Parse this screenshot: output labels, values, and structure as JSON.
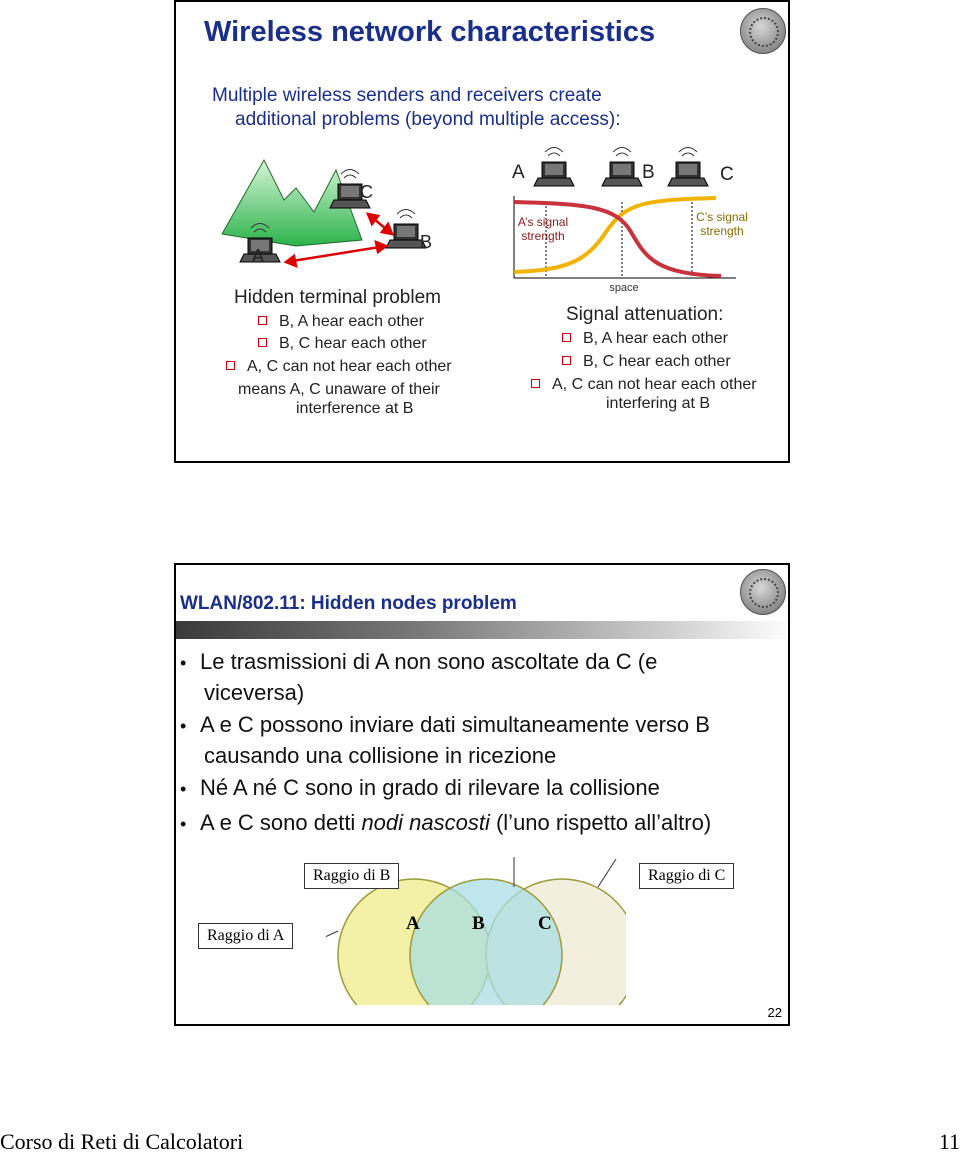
{
  "slide1": {
    "title": "Wireless network characteristics",
    "intro_line1": "Multiple wireless senders and receivers create",
    "intro_line2": "additional problems (beyond multiple access):",
    "left_diagram": {
      "label_a": "A",
      "label_b": "B",
      "label_c": "C"
    },
    "hidden_terminal": {
      "heading": "Hidden terminal problem",
      "bullets": [
        "B, A hear each other",
        "B, C hear each other",
        "A, C can not hear each other"
      ],
      "note_line1": "means A, C unaware of their",
      "note_line2": "interference at B"
    },
    "right_diagram": {
      "label_a": "A",
      "label_b": "B",
      "label_c": "C",
      "a_strength_line1": "A’s signal",
      "a_strength_line2": "strength",
      "c_strength_line1": "C’s signal",
      "c_strength_line2": "strength",
      "x_label": "space",
      "colors": {
        "a_curve": "#f0b400",
        "c_curve": "#c8323c"
      }
    },
    "signal_attenuation": {
      "heading": "Signal attenuation:",
      "bullets": [
        "B, A hear each other",
        "B, C hear each other",
        "A, C can not hear each other"
      ],
      "note": "interfering at B"
    }
  },
  "slide2": {
    "title": "WLAN/802.11: Hidden nodes problem",
    "bullets": [
      {
        "line1": "Le trasmissioni di A non sono ascoltate da C (e",
        "line2": "viceversa)"
      },
      {
        "line1": "A e C possono inviare dati simultaneamente verso B",
        "line2": "causando una collisione in ricezione"
      },
      {
        "line1": "Né A né C sono in grado di rilevare la collisione"
      },
      {
        "pre": "A e C sono detti ",
        "em": "nodi nascosti",
        "post": " (l’uno rispetto all’altro)"
      }
    ],
    "labels": {
      "raggio_b": "Raggio di B",
      "raggio_c": "Raggio di C",
      "raggio_a": "Raggio di A",
      "node_a": "A",
      "node_b": "B",
      "node_c": "C"
    },
    "colors": {
      "circle_a": "#f3f0a8",
      "circle_b": "#a9dde3",
      "circle_c": "#f3efdf",
      "circle_stroke": "#9b9b3a"
    },
    "page_number": "22"
  },
  "footer": {
    "left": "Corso di Reti di Calcolatori",
    "right": "11"
  }
}
